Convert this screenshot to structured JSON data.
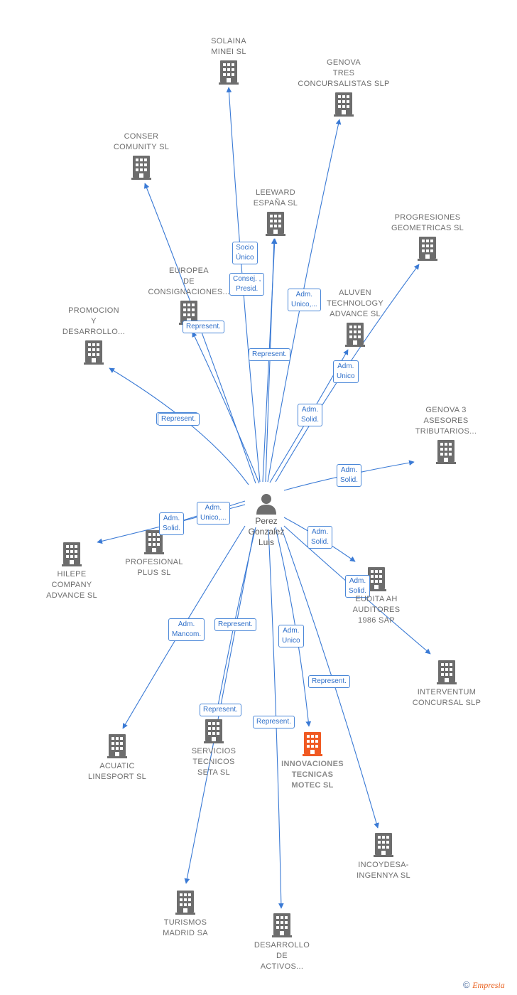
{
  "colors": {
    "edge": "#3a7ad5",
    "building": "#6d6d6d",
    "building_main": "#f05a23",
    "person": "#6d6d6d"
  },
  "center": {
    "id": "person",
    "label": [
      "Perez",
      "Gonzalez",
      "Luis"
    ],
    "icon": "person-icon"
  },
  "nodes": [
    {
      "id": "solaina",
      "label": [
        "SOLAINA",
        "MINEI SL"
      ],
      "icon": "building-icon"
    },
    {
      "id": "genova-tres",
      "label": [
        "GENOVA",
        "TRES",
        "CONCURSALISTAS SLP"
      ],
      "icon": "building-icon"
    },
    {
      "id": "conser",
      "label": [
        "CONSER",
        "COMUNITY SL"
      ],
      "icon": "building-icon"
    },
    {
      "id": "leeward",
      "label": [
        "LEEWARD",
        "ESPAÑA SL"
      ],
      "icon": "building-icon"
    },
    {
      "id": "progresiones",
      "label": [
        "PROGRESIONES",
        "GEOMETRICAS SL"
      ],
      "icon": "building-icon"
    },
    {
      "id": "europea",
      "label": [
        "EUROPEA",
        "DE",
        "CONSIGNACIONES..."
      ],
      "icon": "building-icon"
    },
    {
      "id": "aluven",
      "label": [
        "ALUVEN",
        "TECHNOLOGY",
        "ADVANCE SL"
      ],
      "icon": "building-icon"
    },
    {
      "id": "promocion",
      "label": [
        "PROMOCION",
        "Y",
        "DESARROLLO..."
      ],
      "icon": "building-icon"
    },
    {
      "id": "genova3",
      "label": [
        "GENOVA 3",
        "ASESORES",
        "TRIBUTARIOS..."
      ],
      "icon": "building-icon"
    },
    {
      "id": "profesional",
      "label": [
        "PROFESIONAL",
        "PLUS SL"
      ],
      "icon": "building-icon"
    },
    {
      "id": "hilepe",
      "label": [
        "HILEPE",
        "COMPANY",
        "ADVANCE SL"
      ],
      "icon": "building-icon"
    },
    {
      "id": "eudita",
      "label": [
        "EUDITA AH",
        "AUDITORES",
        "1986 SAP"
      ],
      "icon": "building-icon"
    },
    {
      "id": "interventum",
      "label": [
        "INTERVENTUM",
        "CONCURSAL SLP"
      ],
      "icon": "building-icon"
    },
    {
      "id": "acuatic",
      "label": [
        "ACUATIC",
        "LINESPORT SL"
      ],
      "icon": "building-icon"
    },
    {
      "id": "servicios",
      "label": [
        "SERVICIOS",
        "TECNICOS",
        "SETA SL"
      ],
      "icon": "building-icon"
    },
    {
      "id": "innovaciones",
      "label": [
        "INNOVACIONES",
        "TECNICAS",
        "MOTEC SL"
      ],
      "icon": "building-icon",
      "main": true
    },
    {
      "id": "incoydesa",
      "label": [
        "INCOYDESA-",
        "INGENNYA SL"
      ],
      "icon": "building-icon"
    },
    {
      "id": "turismos",
      "label": [
        "TURISMOS",
        "MADRID SA"
      ],
      "icon": "building-icon"
    },
    {
      "id": "desarrollo",
      "label": [
        "DESARROLLO",
        "DE",
        "ACTIVOS..."
      ],
      "icon": "building-icon"
    }
  ],
  "edges": [
    {
      "to": "solaina",
      "label": [
        "Socio",
        "Único"
      ]
    },
    {
      "to": "genova-tres",
      "label": [
        "Adm.",
        "Unico,..."
      ]
    },
    {
      "to": "conser",
      "label": [
        "Represent."
      ]
    },
    {
      "to": "leeward",
      "label": [
        "Consej. ,",
        "Presid."
      ]
    },
    {
      "to": "progresiones",
      "label": [
        "Adm.",
        "Solid."
      ]
    },
    {
      "to": "europea",
      "label": [
        "Represent."
      ]
    },
    {
      "to": "aluven",
      "label": [
        "Adm.",
        "Unico"
      ]
    },
    {
      "to": "promocion",
      "label": [
        "Represent."
      ]
    },
    {
      "to": "genova3",
      "label": [
        "Adm.",
        "Solid."
      ]
    },
    {
      "to": "hilepe",
      "label": [
        "Adm.",
        "Solid."
      ]
    },
    {
      "to": "profesional",
      "label": [
        "Adm.",
        "Unico,..."
      ]
    },
    {
      "to": "eudita",
      "label": [
        "Adm.",
        "Solid."
      ]
    },
    {
      "to": "interventum",
      "label": [
        "Adm.",
        "Solid."
      ]
    },
    {
      "to": "acuatic",
      "label": [
        "Adm.",
        "Mancom."
      ]
    },
    {
      "to": "servicios",
      "label": [
        "Represent."
      ]
    },
    {
      "to": "innovaciones",
      "label": [
        "Adm.",
        "Unico"
      ]
    },
    {
      "to": "incoydesa",
      "label": [
        "Represent."
      ]
    },
    {
      "to": "turismos",
      "label": [
        "Represent."
      ]
    },
    {
      "to": "desarrollo",
      "label": [
        "Represent."
      ]
    },
    {
      "to": "leeward",
      "label": [
        "Represent."
      ]
    }
  ],
  "footer": {
    "copyright": "©",
    "brand": "Empresia"
  }
}
